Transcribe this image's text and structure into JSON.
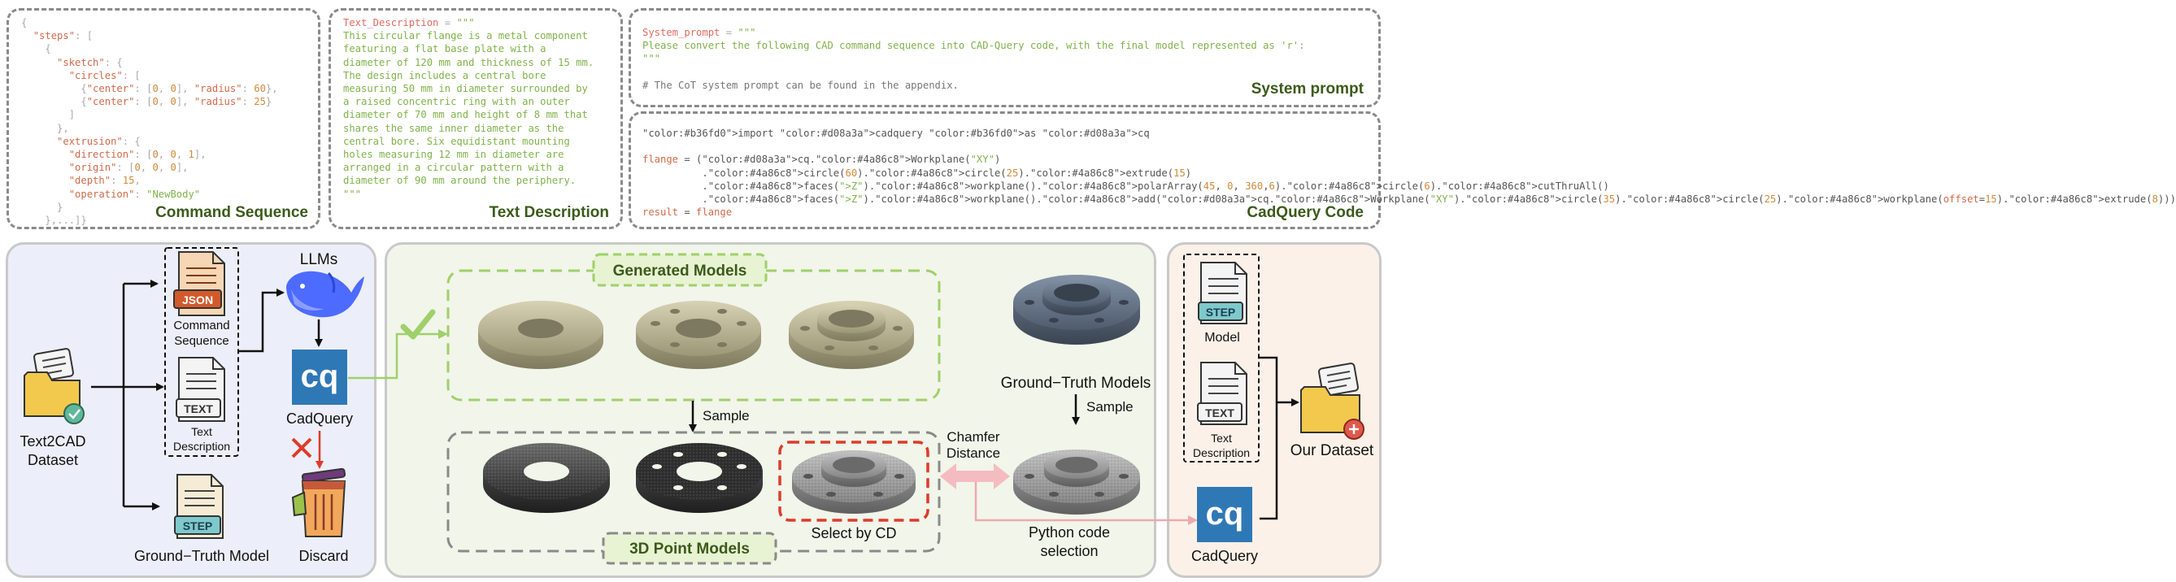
{
  "command_sequence": {
    "title": "Command Sequence",
    "lines": [
      "{",
      "  \"steps\": [",
      "    {",
      "      \"sketch\": {",
      "        \"circles\": [",
      "          {\"center\": [0, 0], \"radius\": 60},",
      "          {\"center\": [0, 0], \"radius\": 25}",
      "        ]",
      "      },",
      "      \"extrusion\": {",
      "        \"direction\": [0, 0, 1],",
      "        \"origin\": [0, 0, 0],",
      "        \"depth\": 15,",
      "        \"operation\": \"NewBody\"",
      "      }",
      "    },...]}"
    ]
  },
  "text_description": {
    "title": "Text Description",
    "lines": [
      "Text_Description = \"\"\"",
      "This circular flange is a metal component",
      "featuring a flat base plate with a",
      "diameter of 120 mm and thickness of 15 mm.",
      "The design includes a central bore",
      "measuring 50 mm in diameter surrounded by",
      "a raised concentric ring with an outer",
      "diameter of 70 mm and height of 8 mm that",
      "shares the same inner diameter as the",
      "central bore. Six equidistant mounting",
      "holes measuring 12 mm in diameter are",
      "arranged in a circular pattern with a",
      "diameter of 90 mm around the periphery.",
      "\"\"\""
    ]
  },
  "system_prompt": {
    "title": "System prompt",
    "lines": [
      "System_prompt = \"\"\"",
      "Please convert the following CAD command sequence into CAD-Query code, with the final model represented as 'r':",
      "\"\"\"",
      "",
      "# The CoT system prompt can be found in the appendix."
    ]
  },
  "cadquery_code": {
    "title": "CadQuery Code",
    "lines": [
      "import cadquery as cq",
      "",
      "flange = (cq.Workplane(\"XY\")",
      "          .circle(60).circle(25).extrude(15)",
      "          .faces(\">Z\").workplane().polarArray(45, 0, 360,6).circle(6).cutThruAll()",
      "          .faces(\">Z\").workplane().add(cq.Workplane(\"XY\").circle(35).circle(25).workplane(offset=15).extrude(8)))",
      "result = flange"
    ]
  },
  "pipeline": {
    "dataset_label": [
      "Text2CAD",
      "Dataset"
    ],
    "json_badge": "JSON",
    "command_sequence_label": [
      "Command",
      "Sequence"
    ],
    "text_badge": "TEXT",
    "text_description_label": [
      "Text",
      "Description"
    ],
    "step_badge": "STEP",
    "gt_model_label": "Ground−Truth Model",
    "llms_label": "LLMs",
    "cq_logo": "cq",
    "cadquery_label": "CadQuery",
    "discard_label": "Discard",
    "generated_models_label": "Generated Models",
    "sample_label_1": "Sample",
    "point_models_label": "3D Point Models",
    "select_by_cd_label": "Select by CD",
    "gt_models_label": "Ground−Truth Models",
    "sample_label_2": "Sample",
    "chamfer_label": [
      "Chamfer",
      "Distance"
    ],
    "python_selection_label": [
      "Python code",
      "selection"
    ],
    "our_model_label": "Model",
    "our_text_label": [
      "Text",
      "Description"
    ],
    "our_cadquery_label": "CadQuery",
    "our_dataset_label": "Our Dataset"
  },
  "colors": {
    "panel_left_bg": "#eceff9",
    "panel_mid_bg": "#f2f5ea",
    "panel_right_bg": "#fbf1e8",
    "green_dash": "#9fd06a",
    "red_dash": "#e03a2a",
    "cq_blue": "#2f78b6",
    "accent_green_title": "#3b5a1a"
  }
}
